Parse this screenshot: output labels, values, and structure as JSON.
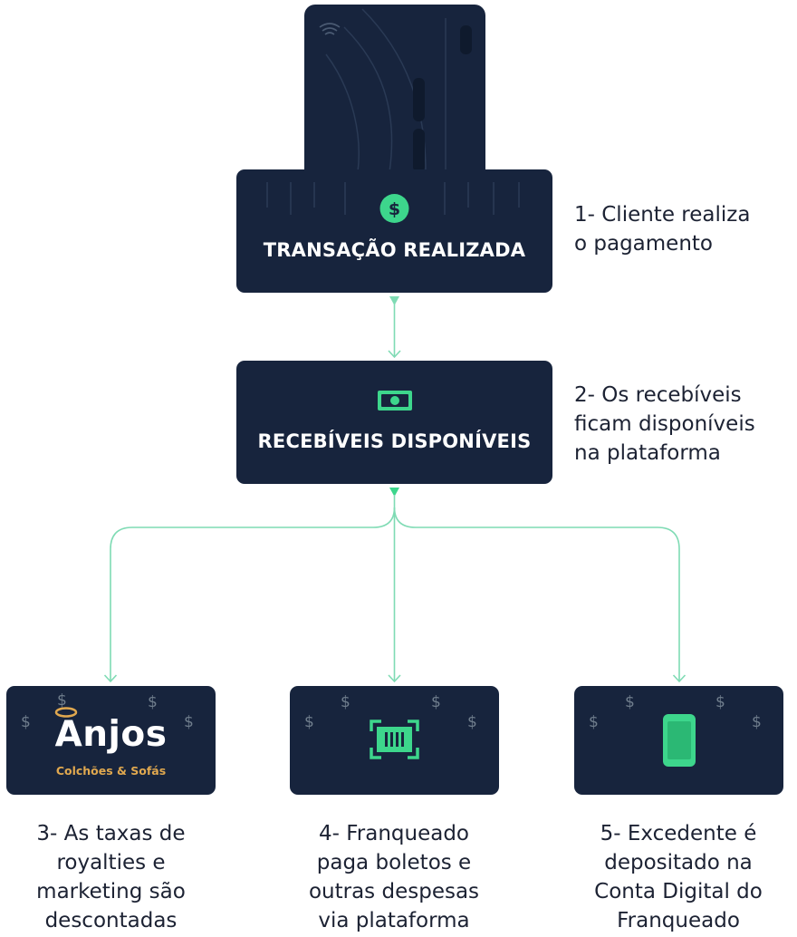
{
  "colors": {
    "card": "#17243d",
    "accent": "#3dd68c",
    "connector": "#7fdbb4",
    "text": "#1c2233"
  },
  "top_card": {
    "label": "TRANSAÇÃO REALIZADA",
    "icon": "dollar-circle-icon"
  },
  "mid_card": {
    "label": "RECEBÍVEIS DISPONÍVEIS",
    "icon": "banknote-icon"
  },
  "steps": {
    "step1": [
      "1- Cliente realiza",
      "o pagamento"
    ],
    "step2": [
      "2- Os recebíveis",
      "ficam disponíveis",
      "na plataforma"
    ],
    "step3": [
      "3- As taxas de",
      "royalties e",
      "marketing são",
      "descontadas"
    ],
    "step4": [
      "4- Franqueado",
      "paga boletos e",
      "outras despesas",
      "via plataforma"
    ],
    "step5": [
      "5- Excedente é",
      "depositado na",
      "Conta Digital do",
      "Franqueado"
    ]
  },
  "logo": {
    "name": "Anjos",
    "tagline": "Colchões & Sofás"
  },
  "bottom_icons": {
    "middle": "barcode-scan-icon",
    "right": "smartphone-icon"
  },
  "dollar_symbol": "$"
}
